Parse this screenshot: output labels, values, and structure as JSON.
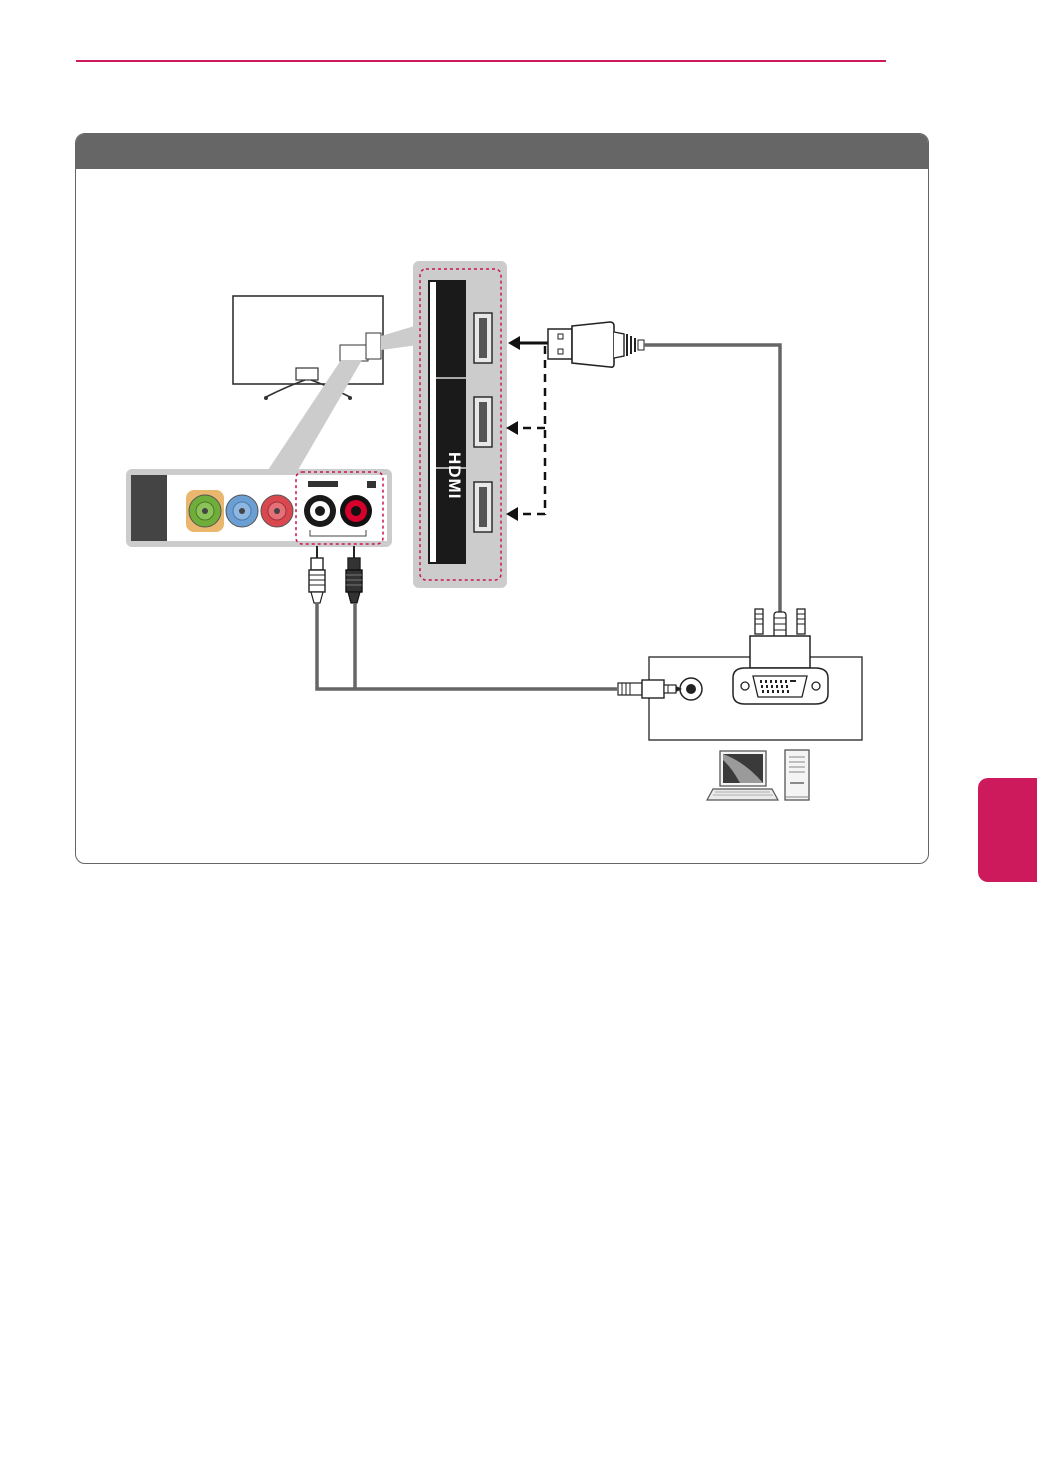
{
  "page": {
    "header_rule_color": "#CC1A5C",
    "section_tab_color": "#CC1A5C",
    "panel_header_color": "#666666",
    "panel_title": ""
  },
  "diagram": {
    "hdmi_logo_text": "HDMI",
    "hdmi_port_count": 3,
    "av_jacks": [
      {
        "color": "#6FAE3A",
        "ring": "#E9B86E",
        "name": "green-jack"
      },
      {
        "color": "#6B9FD4",
        "ring": null,
        "name": "blue-jack"
      },
      {
        "color": "#D9484F",
        "ring": null,
        "name": "red-jack"
      },
      {
        "color": "#1a1a1a",
        "ring": "#ffffff",
        "name": "audio-left-jack"
      },
      {
        "color": "#D5002C",
        "ring": "#111111",
        "name": "audio-right-jack"
      }
    ],
    "highlight_color": "#C8174E",
    "cable_color": "#555555",
    "icons": [
      "tv-icon",
      "hdmi-plug-icon",
      "dvi-plug-icon",
      "rca-plug-white-icon",
      "rca-plug-red-icon",
      "audio-jack-plug-icon",
      "laptop-icon",
      "desktop-tower-icon"
    ]
  }
}
